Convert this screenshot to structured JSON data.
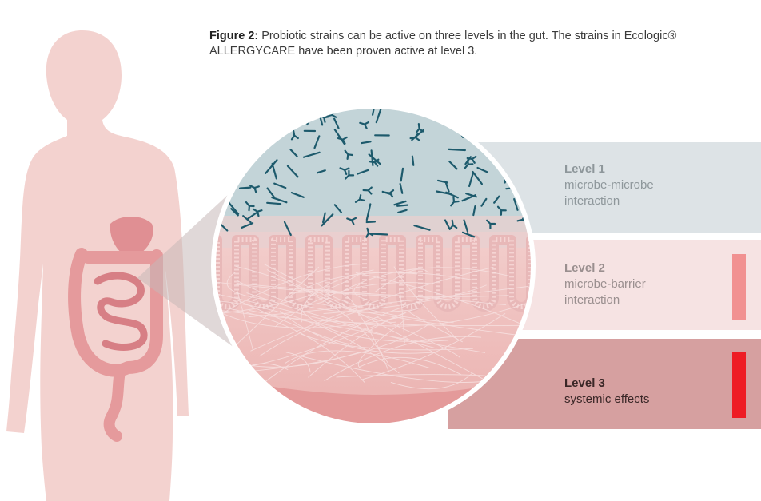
{
  "caption": {
    "label": "Figure 2:",
    "text": "Probiotic strains can be active on three levels in the gut. The strains in Ecologic® ALLERGYCARE have been proven active at level 3."
  },
  "levels": [
    {
      "title": "Level 1",
      "description": "microbe-microbe interaction",
      "band_color": "#dde3e6",
      "text_color": "#8e979b",
      "indicator_color": ""
    },
    {
      "title": "Level 2",
      "description": "microbe-barrier interaction",
      "band_color": "#f6e3e3",
      "text_color": "#9a8f8f",
      "indicator_color": "#f19191"
    },
    {
      "title": "Level 3",
      "description": "systemic effects",
      "band_color": "#d6a0a0",
      "text_color": "#3a2727",
      "indicator_color": "#ee1c24"
    }
  ],
  "colors": {
    "silhouette": "#f3d2cf",
    "organs": "#e59a9c",
    "lumen": "#c3d4d8",
    "bacteria": "#1d5a6c",
    "mucosa": "#f2c8c5",
    "deep_tissue": "#e49a9a"
  },
  "icons": [
    "human-silhouette",
    "intestine-organs",
    "magnified-gut-circle",
    "bacteria"
  ]
}
